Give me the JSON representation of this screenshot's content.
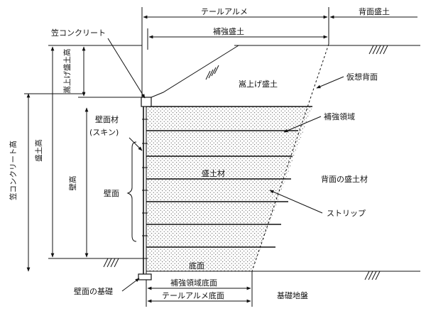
{
  "labels": {
    "terre_armee_top": "テールアルメ",
    "backfill_top": "背面盛土",
    "reinforced_fill_top": "補強盛土",
    "coping_concrete": "笠コンクリート",
    "surcharge_fill": "嵩上げ盛土",
    "virtual_back_face": "仮想背面",
    "reinforced_zone": "補強領域",
    "wall_material": "壁面材",
    "skin": "(スキン)",
    "fill_material": "盛土材",
    "back_fill_material": "背面の盛土材",
    "strip": "ストリップ",
    "wall_face": "壁面",
    "bottom_face": "底面",
    "wall_foundation": "壁面の基礎",
    "reinforced_zone_base": "補強領域底面",
    "terre_armee_base": "テールアルメ底面",
    "foundation_ground": "基礎地盤",
    "coping_height": "笠コンクリート高",
    "fill_height": "盛土高",
    "surcharge_height": "嵩上げ盛土高",
    "wall_height": "壁高"
  }
}
